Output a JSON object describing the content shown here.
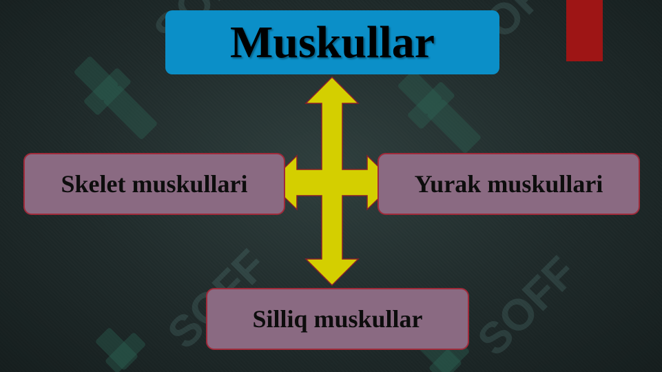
{
  "diagram": {
    "title": "Muskullar",
    "nodes": {
      "left": "Skelet muskullari",
      "right": "Yurak muskullari",
      "bottom": "Silliq muskullar"
    },
    "arrow_icon": "four-way-arrow-icon"
  },
  "watermark": {
    "text": "SOFF"
  },
  "colors": {
    "title_fill": "#0b8fc8",
    "node_fill": "#8a6a82",
    "node_border": "#a02a3a",
    "arrow_fill": "#d4cf00",
    "arrow_stroke": "#8a1f2a",
    "accent_bar": "#9e1515",
    "background": "#1f2a2a"
  }
}
